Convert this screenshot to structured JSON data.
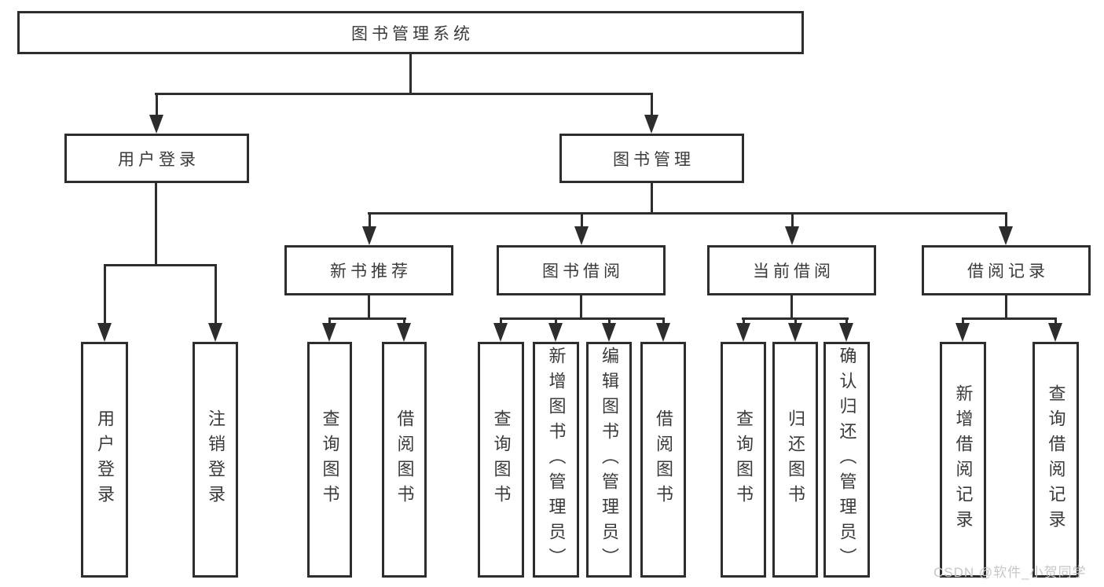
{
  "diagram": {
    "root": {
      "label": "图书管理系统"
    },
    "level2": [
      {
        "label": "用户登录"
      },
      {
        "label": "图书管理"
      }
    ],
    "level3": [
      {
        "label": "新书推荐"
      },
      {
        "label": "图书借阅"
      },
      {
        "label": "当前借阅"
      },
      {
        "label": "借阅记录"
      }
    ],
    "leaves": {
      "user_login": [
        "用户登录",
        "注销登录"
      ],
      "new_book": [
        "查询图书",
        "借阅图书"
      ],
      "book_borrow": [
        "查询图书",
        "新增图书（管理员）",
        "编辑图书（管理员）",
        "借阅图书"
      ],
      "current_borrow": [
        "查询图书",
        "归还图书",
        "确认归还（管理员）"
      ],
      "borrow_record": [
        "新增借阅记录",
        "查询借阅记录"
      ]
    }
  },
  "watermark": {
    "text": "CSDN @软件_小贺同学"
  },
  "colors": {
    "line": "#2d2d2d",
    "text": "#3a3a3a",
    "watermark": "#c6c6c6",
    "background": "#ffffff"
  }
}
